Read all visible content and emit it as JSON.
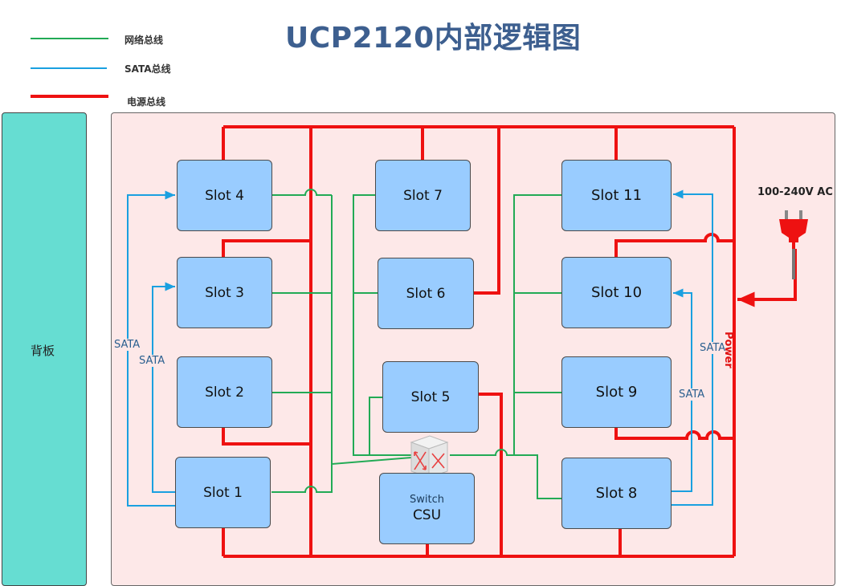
{
  "title": "UCP2120内部逻辑图",
  "legend": [
    {
      "label": "网络总线",
      "color": "#22aa55"
    },
    {
      "label": "SATA总线",
      "color": "#1aa0e0"
    },
    {
      "label": "电源总线",
      "color": "#ee1111"
    }
  ],
  "backplane": {
    "label": "背板"
  },
  "slots": {
    "slot4": "Slot 4",
    "slot3": "Slot 3",
    "slot2": "Slot 2",
    "slot1": "Slot 1",
    "slot7": "Slot 7",
    "slot6": "Slot 6",
    "slot5": "Slot 5",
    "slot11": "Slot 11",
    "slot10": "Slot 10",
    "slot9": "Slot 9",
    "slot8": "Slot 8"
  },
  "csu": {
    "switch_label": "Switch",
    "name": "CSU"
  },
  "sata_labels": [
    "SATA",
    "SATA",
    "SATA",
    "SATA"
  ],
  "power": {
    "label": "Power",
    "input": "100-240V AC"
  },
  "colors": {
    "network": "#22aa55",
    "sata": "#1aa0e0",
    "power": "#ee1111",
    "slot": "#99ccff",
    "chassis_bg": "#fde8e8",
    "backplane": "#66ddd2"
  }
}
